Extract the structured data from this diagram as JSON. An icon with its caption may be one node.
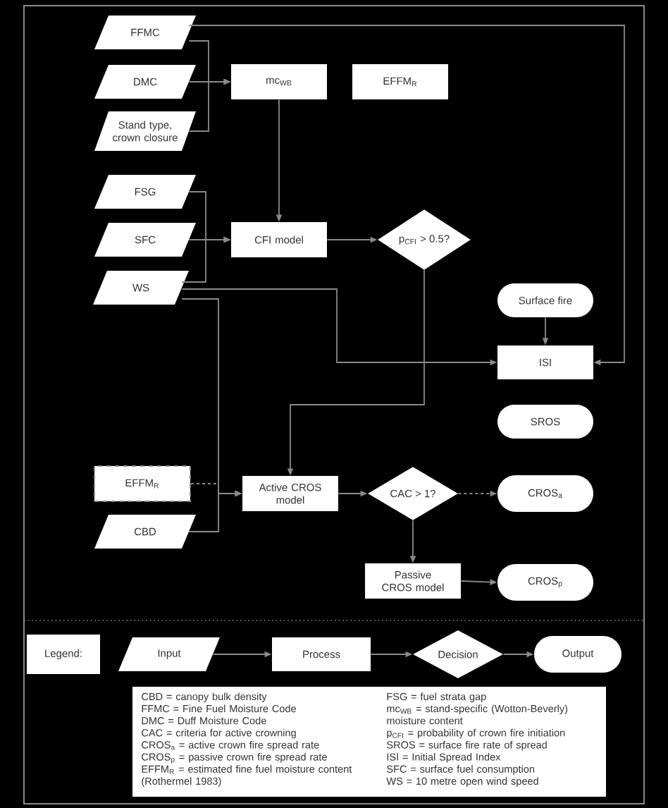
{
  "diagram": {
    "nodes": [
      {
        "text": [
          "FFMC"
        ]
      },
      {
        "text": [
          "DMC"
        ]
      },
      {
        "text": [
          "Stand type, crown closure"
        ]
      },
      {
        "text": [
          "mc$_{WB}$"
        ]
      },
      {
        "text": [
          "EFFM$_{R}$"
        ]
      },
      {
        "text": [
          "FSG"
        ]
      },
      {
        "text": [
          "SFC"
        ]
      },
      {
        "text": [
          "WS"
        ]
      },
      {
        "text": [
          "CFI model"
        ]
      },
      {
        "text": [
          "p$_{CFI}$ > 0.5?"
        ]
      },
      {
        "text": [
          "Surface fire"
        ]
      },
      {
        "text": [
          "ISI"
        ]
      },
      {
        "text": [
          "SROS"
        ]
      },
      {
        "text": [
          "EFFM$_{R}$"
        ]
      },
      {
        "text": [
          "CBD"
        ]
      },
      {
        "text": [
          "Active CROS model"
        ]
      },
      {
        "text": [
          "CAC > 1?"
        ]
      },
      {
        "text": [
          "CROS$_{a}$"
        ]
      },
      {
        "text": [
          "Passive CROS model"
        ]
      },
      {
        "text": [
          "CROS$_{p}$"
        ]
      },
      {
        "text": [
          "Legend:"
        ]
      },
      {
        "text": [
          "Input"
        ]
      },
      {
        "text": [
          "Process"
        ]
      },
      {
        "text": [
          "Decision"
        ]
      },
      {
        "text": [
          "Output"
        ]
      },
      {
        "text": [
          "CBD = canopy bulk density",
          "FFMC = Fine Fuel Moisture Code",
          "DMC = Duff Moisture Code",
          "CAC = criteria for active crowning",
          "CROS$_{a}$ = active crown fire spread rate",
          "CROS$_{p}$ = passive crown fire spread rate",
          "EFFM$_{R}$ = estimated fine fuel moisture content (Rothermel 1983)",
          "FSG = fuel strata gap",
          "mc$_{WB}$ = stand-specific (Wotton-Beverly) moisture content",
          "p$_{CFI}$ = probability of crown fire initiation",
          "SROS = surface fire rate of spread",
          "ISI = Initial Spread Index",
          "SFC = surface fuel consumption",
          "WS = 10 metre open wind speed"
        ]
      }
    ],
    "edges": [
      {
        "from": 0,
        "to": 3,
        "arrow": "to"
      },
      {
        "from": 1,
        "to": 3,
        "arrow": "to"
      },
      {
        "from": 2,
        "to": 3,
        "arrow": "to"
      },
      {
        "from": 0,
        "to": 11,
        "arrow": "to"
      },
      {
        "from": 3,
        "to": 8,
        "arrow": "to"
      },
      {
        "from": 5,
        "to": 8,
        "arrow": "to"
      },
      {
        "from": 6,
        "to": 8,
        "arrow": "to"
      },
      {
        "from": 7,
        "to": 8,
        "arrow": "to"
      },
      {
        "from": 8,
        "to": 9,
        "arrow": "to"
      },
      {
        "from": 9,
        "to": 15,
        "arrow": "to"
      },
      {
        "from": 7,
        "to": 11,
        "arrow": "to"
      },
      {
        "from": 7,
        "to": 15,
        "arrow": "to"
      },
      {
        "from": 10,
        "to": 11,
        "arrow": "to"
      },
      {
        "from": 13,
        "to": 15,
        "arrow": "to",
        "style": "dashed"
      },
      {
        "from": 14,
        "to": 15,
        "arrow": "to"
      },
      {
        "from": 15,
        "to": 16,
        "arrow": "to"
      },
      {
        "from": 16,
        "to": 17,
        "arrow": "to",
        "style": "dashed"
      },
      {
        "from": 16,
        "to": 18,
        "arrow": "to"
      },
      {
        "from": 18,
        "to": 19,
        "arrow": "to"
      },
      {
        "from": 21,
        "to": 22,
        "arrow": "to"
      },
      {
        "from": 22,
        "to": 23,
        "arrow": "to"
      },
      {
        "from": 23,
        "to": 24,
        "arrow": "to"
      }
    ]
  }
}
